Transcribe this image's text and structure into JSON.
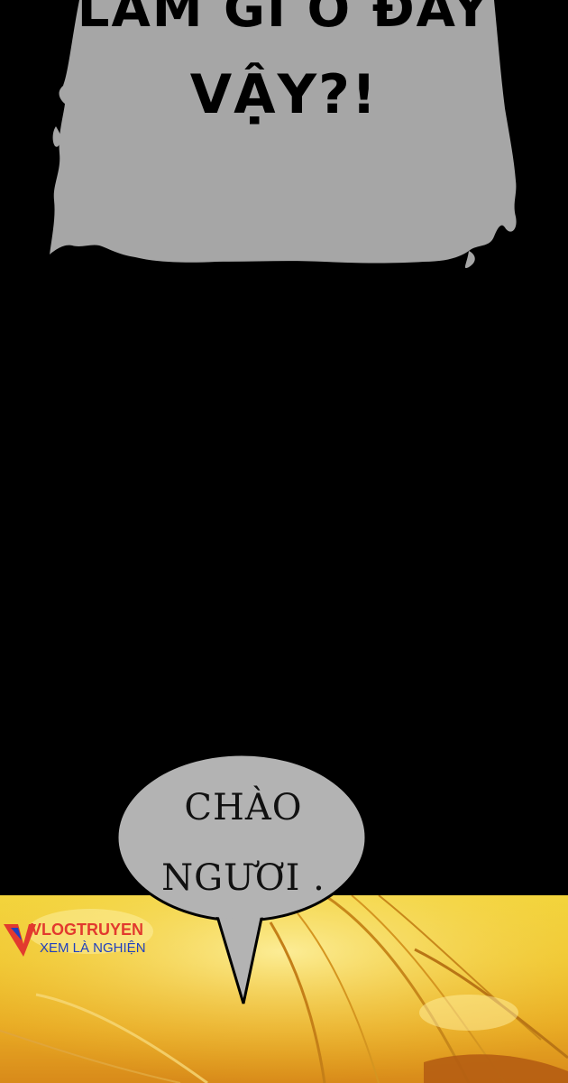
{
  "top_bubble": {
    "line1": "LÀM GÌ Ở ĐÂY",
    "line2": "VẬY?!"
  },
  "speech_bubble": {
    "line1": "CHÀO",
    "line2": "NGƯƠI ."
  },
  "watermark": {
    "title": "VLOGTRUYEN",
    "subtitle": "XEM LÀ NGHIỆN"
  },
  "colors": {
    "background": "#000000",
    "bubble_gray": "#a6a6a6",
    "speech_gray": "#b3b3b3",
    "art_yellow": "#f0c62e"
  }
}
